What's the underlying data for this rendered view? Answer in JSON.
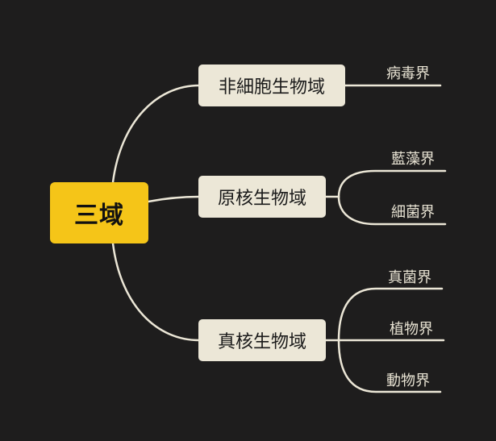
{
  "root": {
    "label": "三域"
  },
  "domains": [
    {
      "label": "非細胞生物域",
      "children": [
        "病毒界"
      ]
    },
    {
      "label": "原核生物域",
      "children": [
        "藍藻界",
        "細菌界"
      ]
    },
    {
      "label": "真核生物域",
      "children": [
        "真菌界",
        "植物界",
        "動物界"
      ]
    }
  ],
  "colors": {
    "background": "#1e1d1d",
    "root_fill": "#f5c518",
    "node_fill": "#ece7d7",
    "line": "#ece7d7",
    "leaf_text": "#e9e4d4"
  }
}
